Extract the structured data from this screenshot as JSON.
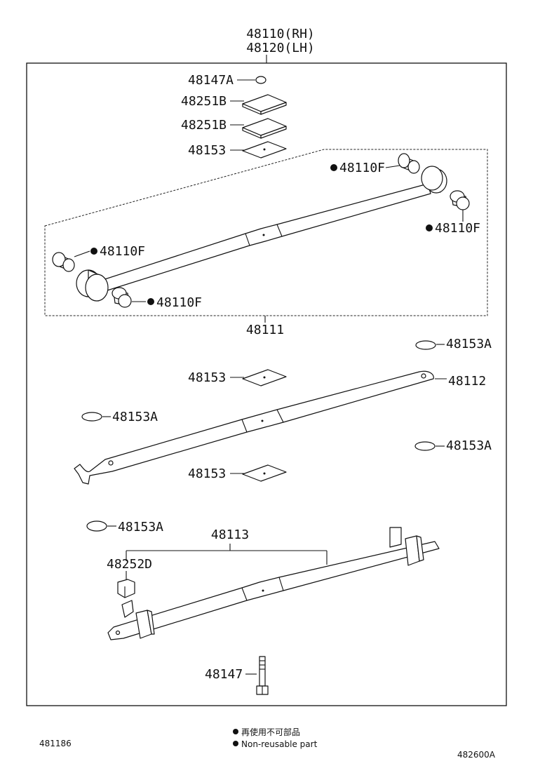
{
  "assembly": {
    "rh": "48110(RH)",
    "lh": "48120(LH)"
  },
  "labels": {
    "p48147A": "48147A",
    "p48251B_1": "48251B",
    "p48251B_2": "48251B",
    "p48153_1": "48153",
    "p48110F": "48110F",
    "p48111": "48111",
    "p48153A": "48153A",
    "p48153_2": "48153",
    "p48112": "48112",
    "p48153_3": "48153",
    "p48113": "48113",
    "p48252D": "48252D",
    "p48147": "48147"
  },
  "legend": {
    "chinese": "再使用不可部品",
    "english": "Non-reusable part"
  },
  "footer": {
    "left_code": "481186",
    "right_code": "482600A"
  }
}
